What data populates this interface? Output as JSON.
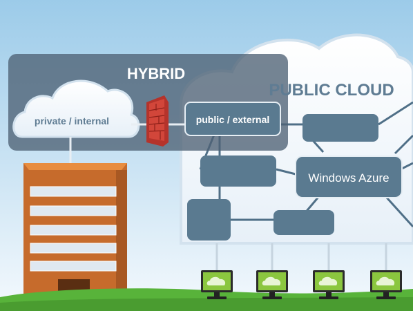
{
  "labels": {
    "hybrid": "HYBRID",
    "public_cloud": "PUBLIC CLOUD",
    "private_internal": "private / internal",
    "public_external": "public / external",
    "windows_azure": "Windows Azure"
  },
  "colors": {
    "sky_top": "#9ccbe9",
    "sky_bottom": "#f4f9fd",
    "hybrid_panel": "#4e6275",
    "node_fill": "#5a7a90",
    "link_stroke": "#4f6f87",
    "building": "#c66b2c",
    "building_top": "#e88d3f",
    "window_fill": "#dfe8f1",
    "grass": "#58b33a",
    "monitor_screen": "#8bc63f",
    "firewall": "#b5332b"
  },
  "icons": {
    "firewall": "brick-firewall-icon",
    "building": "office-building-icon",
    "monitor": "cloud-monitor-icon"
  },
  "monitor_count": 4
}
